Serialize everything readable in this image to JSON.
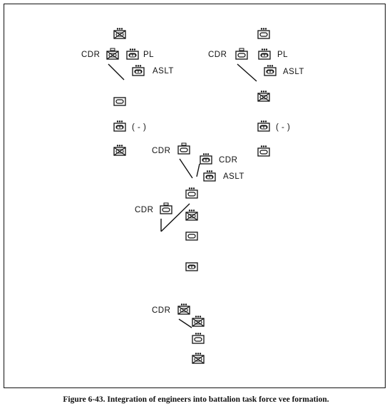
{
  "figure": {
    "caption": "Figure 6-43. Integration of engineers into battalion task force vee formation."
  },
  "labels": {
    "cdr": "CDR",
    "pl": "PL",
    "aslt": "ASLT",
    "minus": "( - )"
  },
  "symbols": {
    "tank": "tank-platoon-symbol",
    "mech": "mechanized-infantry-symbol",
    "armor": "armor-symbol",
    "engineer": "engineer-symbol"
  }
}
